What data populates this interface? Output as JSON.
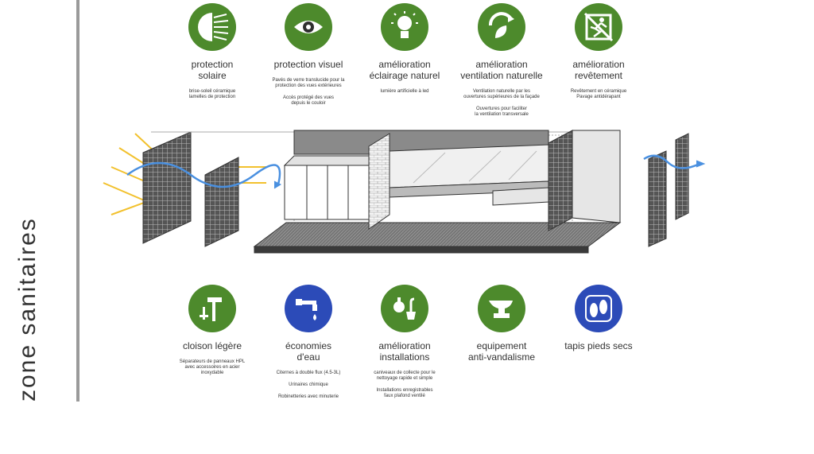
{
  "side_title": "zone sanitaires",
  "top_features": [
    {
      "title": "protection\nsolaire",
      "icon": "sun-louvre-icon",
      "desc": [
        "brise-soleil céramique\nlamelles de protection"
      ]
    },
    {
      "title": "protection visuel",
      "icon": "eye-icon",
      "desc": [
        "Pavés de verre translucide pour la\nprotection des vues extérieures",
        "Accès protégé des vues\ndepuis le couloir"
      ]
    },
    {
      "title": "amélioration\néclairage naturel",
      "icon": "light-bulb-icon",
      "desc": [
        "lumière artificielle à led"
      ]
    },
    {
      "title": "amélioration\nventilation naturelle",
      "icon": "leaf-wind-icon",
      "desc": [
        "Ventilation naturelle par les\nouvertures supérieures de la façade",
        "Ouvertures pour faciliter\nla ventilation transversale"
      ]
    },
    {
      "title": "amélioration\nrevêtement",
      "icon": "no-slip-icon",
      "desc": [
        "Revêtement en céramique\nPavage antidérapant"
      ]
    }
  ],
  "bottom_features": [
    {
      "title": "cloison légère",
      "icon": "hammer-tools-icon",
      "desc": [
        "Séparateurs de panneaux HPL\navec accessoires en acier\ninoxydable"
      ]
    },
    {
      "title": "économies\nd'eau",
      "icon": "water-tap-icon",
      "desc": [
        "Citernes à double flux (4.5-3L)",
        "Urinaires chimique",
        "Robinetteries avec minuterie"
      ]
    },
    {
      "title": "amélioration\ninstallations",
      "icon": "installations-icon",
      "desc": [
        "caniveaux de collecte pour le\nnettoyage rapide et simple",
        "Installations enregistrables\nfaux plafond ventilé"
      ]
    },
    {
      "title": "equipement\nanti-vandalisme",
      "icon": "anvil-icon",
      "desc": []
    },
    {
      "title": "tapis pieds secs",
      "icon": "footprints-icon",
      "desc": []
    }
  ],
  "colors": {
    "icon_green": "#4d8a2c",
    "icon_blue": "#2c4bb8",
    "sun_rays": "#f2c12e",
    "air_flow": "#4a90e0"
  }
}
